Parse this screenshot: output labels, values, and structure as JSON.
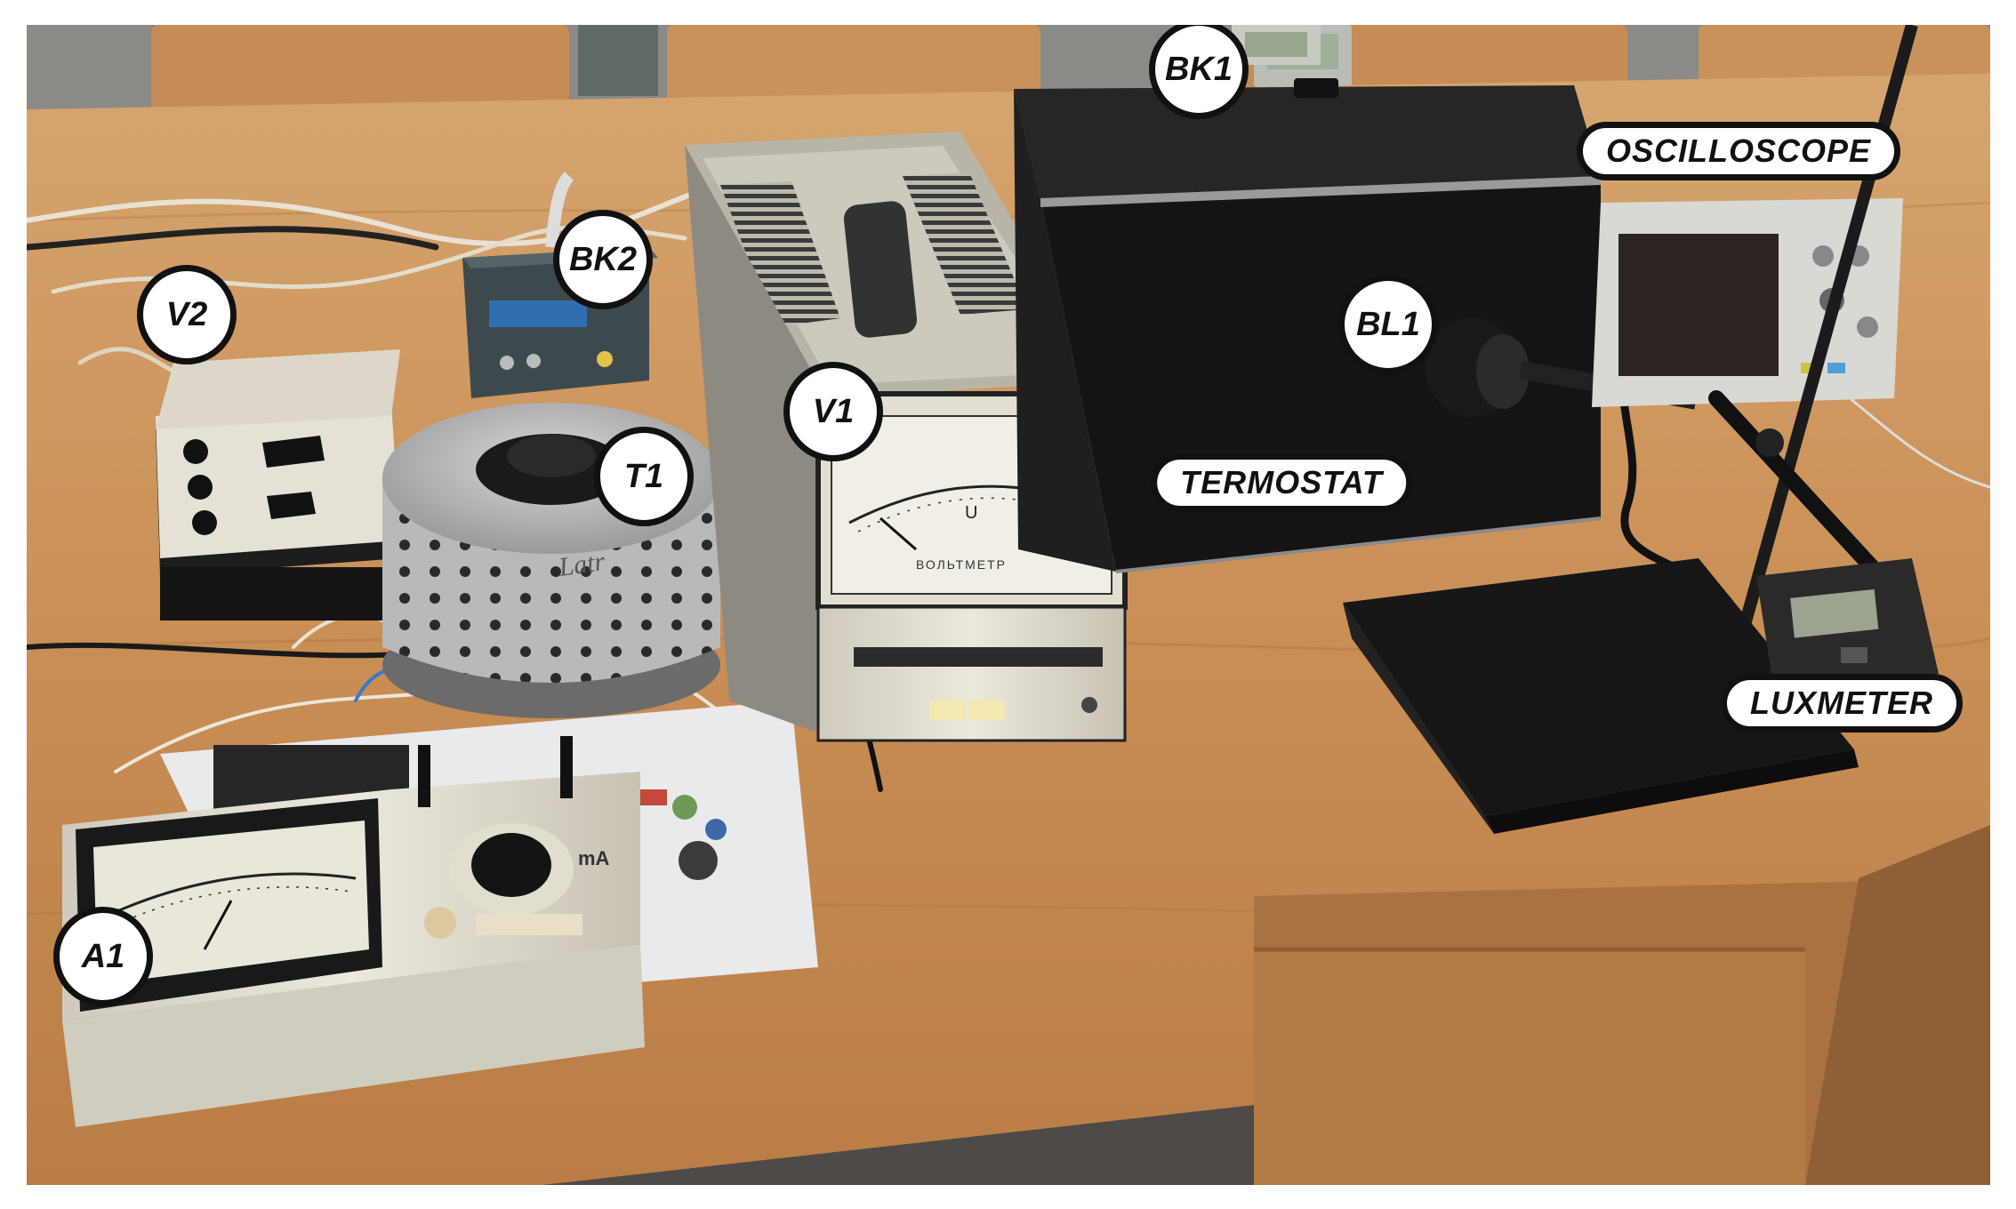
{
  "labels": {
    "bk1": "BK1",
    "bk2": "BK2",
    "v1": "V1",
    "v2": "V2",
    "t1": "T1",
    "a1": "A1",
    "bl1": "BL1",
    "termostat": "TERMOSTAT",
    "oscilloscope": "OSCILLOSCOPE",
    "luxmeter": "LUXMETER"
  },
  "device_text": {
    "voltmeter_unit": "U",
    "voltmeter_name": "ВОЛЬТМЕТР",
    "autotransformer_brand": "Latr",
    "ammeter_unit": "mA"
  },
  "colors": {
    "desk": "#c8935b",
    "label_border": "#111111",
    "label_fill": "#ffffff",
    "thermostat_box": "#1b1b1b",
    "instrument_case": "#e4e0d4"
  }
}
